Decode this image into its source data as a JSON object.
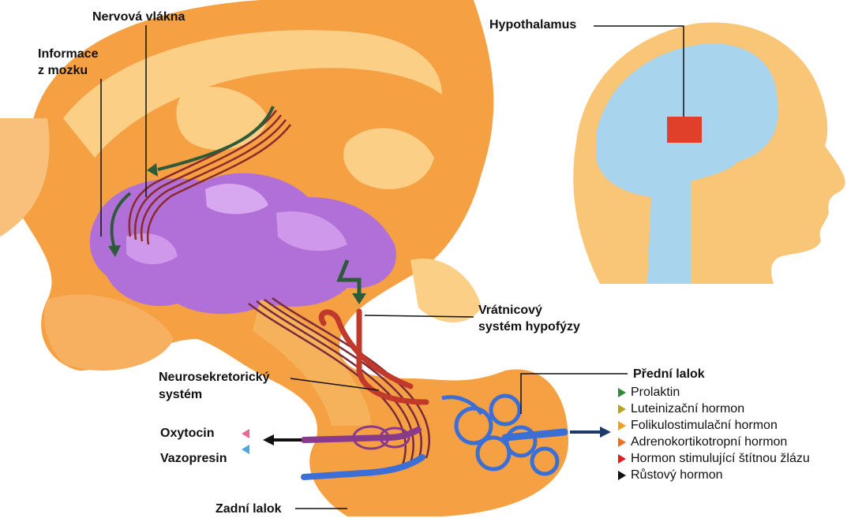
{
  "labels": {
    "nerve_fibers": "Nervová vlákna",
    "info_brain_line1": "Informace",
    "info_brain_line2": "z mozku",
    "hypothalamus": "Hypothalamus",
    "portal_line1": "Vrátnicový",
    "portal_line2": "systém hypofýzy",
    "neurosecretory_line1": "Neurosekretorický",
    "neurosecretory_line2": "systém",
    "anterior_lobe": "Přední lalok",
    "posterior_lobe": "Zadní lalok"
  },
  "posterior_hormones": [
    {
      "name": "Oxytocin",
      "color": "#e8689a"
    },
    {
      "name": "Vazopresin",
      "color": "#4aa8e0"
    }
  ],
  "anterior_hormones": [
    {
      "name": "Prolaktin",
      "color": "#2e8b3a"
    },
    {
      "name": "Luteinizační hormon",
      "color": "#b8a51e"
    },
    {
      "name": "Folikulostimulační hormon",
      "color": "#f0a020"
    },
    {
      "name": "Adrenokortikotropní hormon",
      "color": "#f07020"
    },
    {
      "name": "Hormon stimulující štítnou žlázu",
      "color": "#e02020"
    },
    {
      "name": "Růstový hormon",
      "color": "#111111"
    }
  ],
  "colors": {
    "tissue": "#f5a043",
    "tissue_light": "#fbcf86",
    "hypothalamus": "#b070d8",
    "brain_blue": "#a8d4ee",
    "hypothalamus_marker": "#e0402a",
    "portal_vessels": "#c0392b",
    "anterior_vessels": "#3b6fd6"
  }
}
